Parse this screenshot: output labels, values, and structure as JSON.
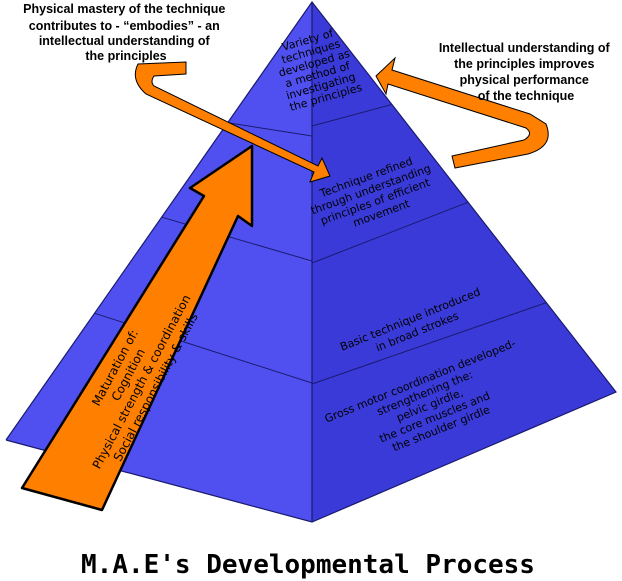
{
  "colors": {
    "pyramid_left": "#5050f0",
    "pyramid_right": "#3a3ad8",
    "edge": "#1a1a70",
    "arrow_fill": "#ff7f00",
    "arrow_stroke": "#000000"
  },
  "annotations": {
    "left": [
      "Physical mastery of the technique",
      "contributes to - “embodies” -  an",
      "intellectual understanding of",
      "the principles"
    ],
    "right": [
      "Intellectual understanding of",
      "the principles improves",
      "physical performance",
      "of the technique"
    ]
  },
  "levels": {
    "top": [
      "Variety of",
      "techniques",
      "developed as",
      "a method of",
      "investigating",
      "the principles"
    ],
    "level2": [
      "Technique refined",
      "through understanding",
      "principles of efficient",
      "movement"
    ],
    "level3": [
      "Basic technique introduced",
      "in broad strokes"
    ],
    "level4": [
      "Gross motor coordination developed-",
      "strengthening the:",
      "pelvic girdle,",
      "the core muscles and",
      "the shoulder girdle"
    ]
  },
  "maturation": [
    "Maturation of:",
    "Cognition",
    "Physical strength & coordination",
    "Social responsibility & skills"
  ],
  "title": "M.A.E's Developmental Process"
}
